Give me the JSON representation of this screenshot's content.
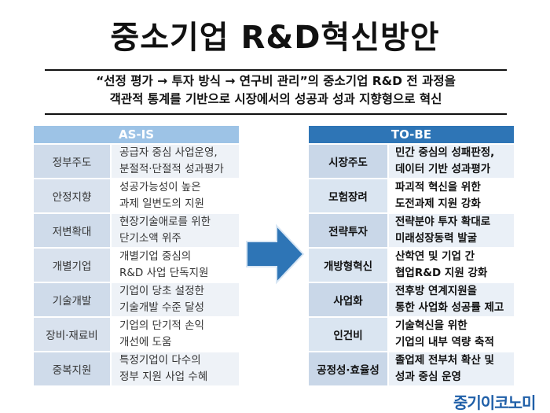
{
  "title": "중소기업 R&D혁신방안",
  "summary": {
    "line1": "“선정 평가 → 투자 방식 → 연구비 관리”의 중소기업 R&D 전 과정을",
    "line2": "객관적 통계를 기반으로 시장에서의 성공과 성과 지향형으로 혁신"
  },
  "as_is": {
    "header": "AS-IS",
    "rows": [
      {
        "label": "정부주도",
        "line1": "공급자 중심 사업운영,",
        "line2": "분절적·단절적 성과평가"
      },
      {
        "label": "안정지향",
        "line1": "성공가능성이 높은",
        "line2": "과제 일변도의 지원"
      },
      {
        "label": "저변확대",
        "line1": "현장기술애로를 위한",
        "line2": "단기소액 위주"
      },
      {
        "label": "개별기업",
        "line1": "개별기업 중심의",
        "line2": "R&D 사업 단독지원"
      },
      {
        "label": "기술개발",
        "line1": "기업이 당초 설정한",
        "line2": "기술개발 수준 달성"
      },
      {
        "label": "장비·재료비",
        "line1": "기업의 단기적 손익",
        "line2": "개선에 도움"
      },
      {
        "label": "중복지원",
        "line1": "특정기업이 다수의",
        "line2": "정부 지원 사업 수혜"
      }
    ]
  },
  "to_be": {
    "header": "TO-BE",
    "rows": [
      {
        "label": "시장주도",
        "line1": "민간 중심의 성패판정,",
        "line2": "데이터 기반 성과평가"
      },
      {
        "label": "모험장려",
        "line1": "파괴적 혁신을 위한",
        "line2": "도전과제 지원 강화"
      },
      {
        "label": "전략투자",
        "line1": "전략분야 투자 확대로",
        "line2": "미래성장동력 발굴"
      },
      {
        "label": "개방형혁신",
        "line1": "산학연 및 기업 간",
        "line2": "협업R&D 지원 강화"
      },
      {
        "label": "사업화",
        "line1": "전후방 연계지원을",
        "line2": "통한 사업화 성공률 제고"
      },
      {
        "label": "인건비",
        "line1": "기술혁신을 위한",
        "line2": "기업의 내부 역량 축적"
      },
      {
        "label": "공정성·효율성",
        "line1": "졸업제 전부처 확산 및",
        "line2": "성과 중심 운영"
      }
    ]
  },
  "logo": "중기이코노미",
  "colors": {
    "as_is_header": "#9dc3e6",
    "to_be_header": "#2e75b6",
    "arrow": "#2e75b6",
    "logo": "#1f5fa8"
  }
}
